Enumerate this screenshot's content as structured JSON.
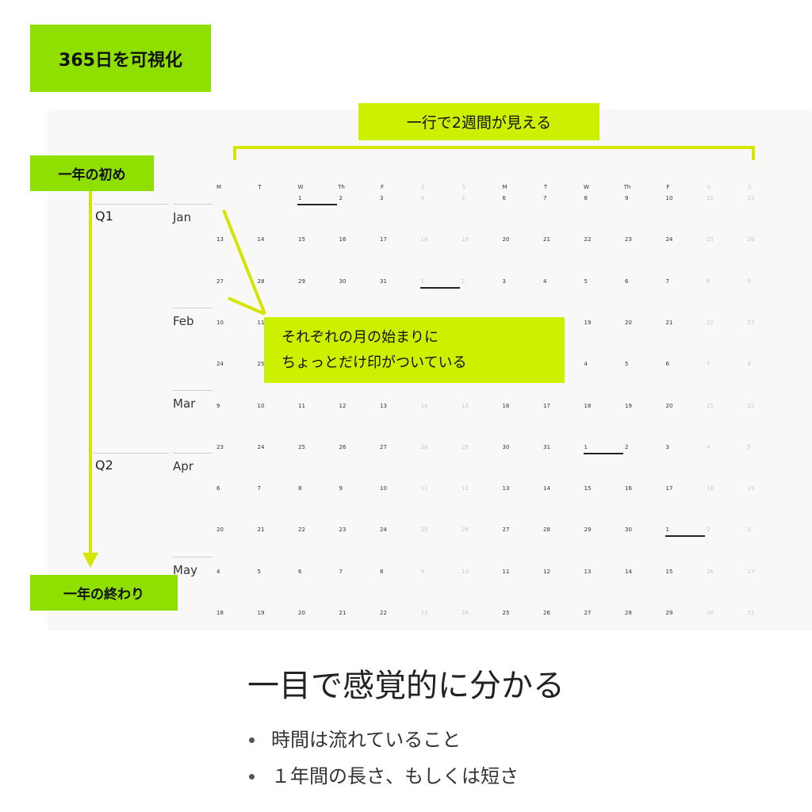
{
  "title_badge": "365日を可視化",
  "two_week_label": "一行で2週間が見える",
  "year_start_label": "一年の初め",
  "year_end_label": "一年の終わり",
  "callout": {
    "line1": "それぞれの月の始まりに",
    "line2": "ちょっとだけ印がついている"
  },
  "calendar": {
    "day_headers": [
      "M",
      "T",
      "W",
      "Th",
      "F",
      "S",
      "S",
      "M",
      "T",
      "W",
      "Th",
      "F",
      "S",
      "S"
    ],
    "rows": [
      [
        "",
        "",
        "1",
        "2",
        "3",
        "4",
        "5",
        "6",
        "7",
        "8",
        "9",
        "10",
        "11",
        "12"
      ],
      [
        "13",
        "14",
        "15",
        "16",
        "17",
        "18",
        "19",
        "20",
        "21",
        "22",
        "23",
        "24",
        "25",
        "26"
      ],
      [
        "27",
        "28",
        "29",
        "30",
        "31",
        "1",
        "2",
        "3",
        "4",
        "5",
        "6",
        "7",
        "8",
        "9"
      ],
      [
        "10",
        "11",
        "",
        "",
        "",
        "",
        "",
        "",
        "",
        "19",
        "20",
        "21",
        "22",
        "23"
      ],
      [
        "24",
        "25",
        "",
        "",
        "",
        "",
        "",
        "",
        "",
        "4",
        "5",
        "6",
        "7",
        "8"
      ],
      [
        "9",
        "10",
        "11",
        "12",
        "13",
        "14",
        "15",
        "16",
        "17",
        "18",
        "19",
        "20",
        "21",
        "22"
      ],
      [
        "23",
        "24",
        "25",
        "26",
        "27",
        "28",
        "29",
        "30",
        "31",
        "1",
        "2",
        "3",
        "4",
        "5"
      ],
      [
        "6",
        "7",
        "8",
        "9",
        "10",
        "11",
        "12",
        "13",
        "14",
        "15",
        "16",
        "17",
        "18",
        "19"
      ],
      [
        "20",
        "21",
        "22",
        "23",
        "24",
        "25",
        "26",
        "27",
        "28",
        "29",
        "30",
        "1",
        "2",
        "3"
      ],
      [
        "4",
        "5",
        "6",
        "7",
        "8",
        "9",
        "10",
        "11",
        "12",
        "13",
        "14",
        "15",
        "16",
        "17"
      ],
      [
        "18",
        "19",
        "20",
        "21",
        "22",
        "23",
        "24",
        "25",
        "26",
        "27",
        "28",
        "29",
        "30",
        "31"
      ]
    ],
    "quarters": [
      {
        "label": "Q1",
        "row": 0
      },
      {
        "label": "Q2",
        "row": 6
      }
    ],
    "months": [
      {
        "label": "Jan",
        "row": 0
      },
      {
        "label": "Feb",
        "row": 2.5
      },
      {
        "label": "Mar",
        "row": 4.5
      },
      {
        "label": "Apr",
        "row": 6
      },
      {
        "label": "May",
        "row": 8.5
      }
    ],
    "month_starts": [
      {
        "row": 0,
        "col": 2
      },
      {
        "row": 2,
        "col": 5
      },
      {
        "row": 6,
        "col": 9
      },
      {
        "row": 8,
        "col": 11
      }
    ]
  },
  "heading": "一目で感覚的に分かる",
  "bullets": [
    "時間は流れていること",
    "１年間の長さ、もしくは短さ"
  ],
  "colors": {
    "badge_green": "#8fe000",
    "callout_lime": "#ccf000",
    "arrow_line": "#d4e600"
  }
}
